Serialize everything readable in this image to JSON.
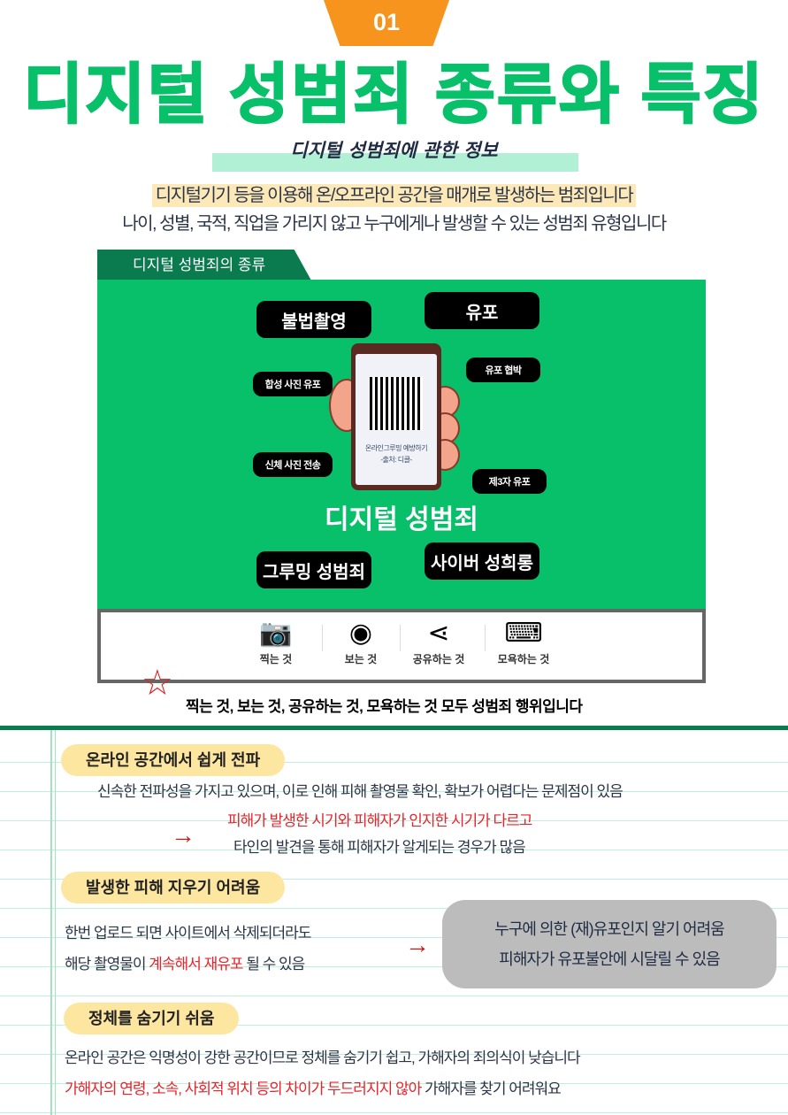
{
  "badge": "01",
  "title": "디지털 성범죄 종류와 특징",
  "subtitle": "디지털 성범죄에 관한 정보",
  "intro": {
    "line1": "디지털기기 등을 이용해 온/오프라인 공간을 매개로 발생하는 범죄입니다",
    "line2": "나이, 성별, 국적, 직업을 가리지 않고 누구에게나 발생할 수 있는 성범죄 유형입니다"
  },
  "types_section": {
    "tab": "디지털 성범죄의 종류",
    "center_label": "디지털 성범죄",
    "pills": {
      "illegal_filming": "불법촬영",
      "distribution": "유포",
      "synthetic_photo": "합성 사진 유포",
      "threat": "유포 협박",
      "body_photo": "신체 사진 전송",
      "third_party": "제3자 유포",
      "grooming": "그루밍 성범죄",
      "cyber_harassment": "사이버 성희롱"
    },
    "phone": {
      "line1": "온라인그루밍 예방하기",
      "line2": "-출처: 디클-"
    },
    "acts": [
      {
        "icon": "camera-icon",
        "label": "찍는 것"
      },
      {
        "icon": "eye-icon",
        "label": "보는 것"
      },
      {
        "icon": "share-icon",
        "label": "공유하는 것"
      },
      {
        "icon": "keyboard-icon",
        "label": "모욕하는 것"
      }
    ],
    "summary": "찍는 것, 보는 것, 공유하는 것, 모욕하는 것 모두 성범죄 행위입니다"
  },
  "features": [
    {
      "heading": "온라인 공간에서 쉽게 전파",
      "text": "신속한 전파성을 가지고 있으며, 이로 인해 피해 촬영물 확인, 확보가 어렵다는 문제점이 있음",
      "red": "피해가 발생한 시기와 피해자가 인지한 시기가 다르고",
      "text2": "타인의 발견을 통해 피해자가 알게되는 경우가 많음"
    },
    {
      "heading": "발생한 피해 지우기 어려움",
      "text": "한번 업로드 되면 사이트에서 삭제되더라도",
      "text2_pre": "해당 촬영물이 ",
      "red": "계속해서 재유포",
      "text2_post": " 될 수 있음",
      "box1": "누구에 의한 (재)유포인지 알기 어려움",
      "box2": "피해자가 유포불안에 시달릴 수 있음"
    },
    {
      "heading": "정체를 숨기기 쉬움",
      "text": "온라인 공간은 익명성이 강한 공간이므로 정체를 숨기기 쉽고, 가해자의 죄의식이 낮습니다",
      "red": "가해자의 연령, 소속, 사회적 위치 등의 차이가 두드러지지 않아",
      "text2_post": " 가해자를 찾기 어려워요"
    }
  ],
  "colors": {
    "green": "#08c06a",
    "dark_green": "#0a7a4f",
    "orange": "#f7941d",
    "red": "#e8232a"
  }
}
